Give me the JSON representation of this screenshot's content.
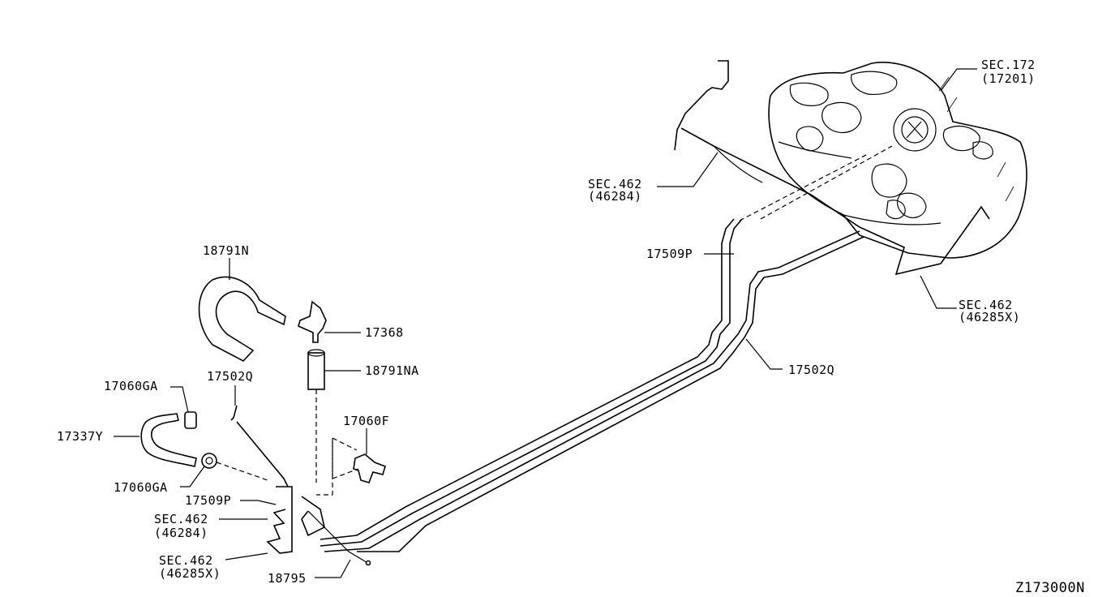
{
  "callouts": {
    "sec172": "SEC.172",
    "sec172_sub": "(17201)",
    "sec462_top": "SEC.462",
    "sec462_top_sub": "(46284)",
    "p17509p_right": "17509P",
    "sec462_right": "SEC.462",
    "sec462_right_sub": "(46285X)",
    "p17502q_right": "17502Q",
    "p18791n": "18791N",
    "p17368": "17368",
    "p18791na": "18791NA",
    "p17502q_left": "17502Q",
    "p17060f": "17060F",
    "p17060ga_top": "17060GA",
    "p17337y": "17337Y",
    "p17060ga_bottom": "17060GA",
    "p17509p_left": "17509P",
    "sec462_left": "SEC.462",
    "sec462_left_sub": "(46284)",
    "sec462_bottom": "SEC.462",
    "sec462_bottom_sub": "(46285X)",
    "p18795": "18795"
  },
  "diagram_code": "Z173000N"
}
